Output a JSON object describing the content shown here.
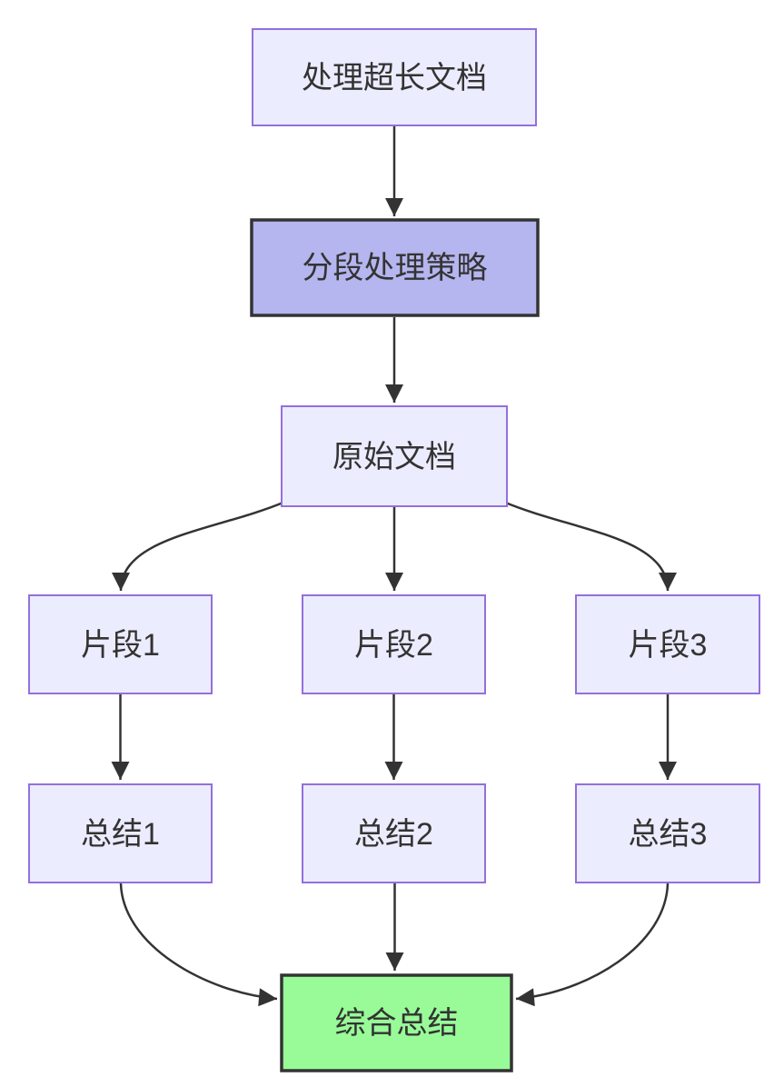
{
  "diagram": {
    "type": "flowchart",
    "direction": "top-down",
    "nodes": {
      "root": {
        "label": "处理超长文档",
        "style": "default"
      },
      "strategy": {
        "label": "分段处理策略",
        "style": "highlight"
      },
      "source": {
        "label": "原始文档",
        "style": "default"
      },
      "chunk1": {
        "label": "片段1",
        "style": "default"
      },
      "chunk2": {
        "label": "片段2",
        "style": "default"
      },
      "chunk3": {
        "label": "片段3",
        "style": "default"
      },
      "summary1": {
        "label": "总结1",
        "style": "default"
      },
      "summary2": {
        "label": "总结2",
        "style": "default"
      },
      "summary3": {
        "label": "总结3",
        "style": "default"
      },
      "final": {
        "label": "综合总结",
        "style": "final"
      }
    },
    "edges": [
      {
        "from": "root",
        "to": "strategy"
      },
      {
        "from": "strategy",
        "to": "source"
      },
      {
        "from": "source",
        "to": "chunk1"
      },
      {
        "from": "source",
        "to": "chunk2"
      },
      {
        "from": "source",
        "to": "chunk3"
      },
      {
        "from": "chunk1",
        "to": "summary1"
      },
      {
        "from": "chunk2",
        "to": "summary2"
      },
      {
        "from": "chunk3",
        "to": "summary3"
      },
      {
        "from": "summary1",
        "to": "final"
      },
      {
        "from": "summary2",
        "to": "final"
      },
      {
        "from": "summary3",
        "to": "final"
      }
    ]
  },
  "colors": {
    "background": "#ffffff",
    "node_fill": "#ECECFF",
    "node_border": "#9370DB",
    "highlight_fill": "#b5b5ef",
    "highlight_border": "#333333",
    "final_fill": "#98fb98",
    "final_border": "#333333",
    "edge": "#333333",
    "text": "#333333"
  }
}
